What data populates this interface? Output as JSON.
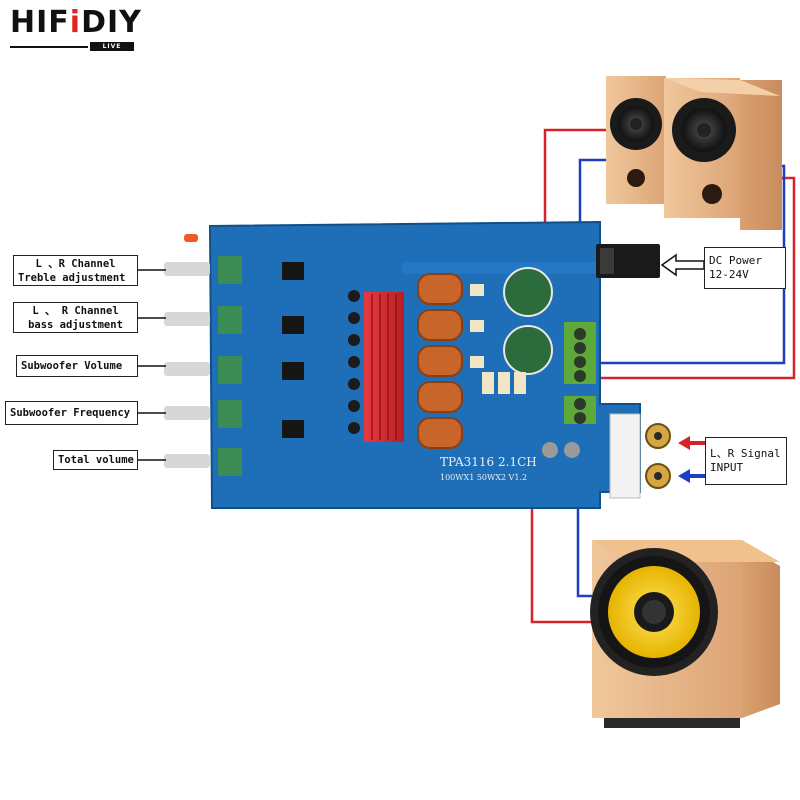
{
  "logo": {
    "brand_dark": "HIF",
    "brand_accent": "i",
    "brand_tail": "DIY",
    "sub": "LIVE"
  },
  "labels": {
    "treble": [
      "L 、R  Channel",
      "Treble  adjustment"
    ],
    "bass": [
      "L 、 R  Channel",
      "bass adjustment"
    ],
    "sub_volume": "Subwoofer Volume",
    "sub_frequency": "Subwoofer Frequency",
    "total_volume": "Total volume",
    "dc_power": [
      "DC Power",
      "12-24V"
    ],
    "signal_input": [
      "L、R Signal",
      "INPUT"
    ]
  },
  "board": {
    "model": "TPA3116  2.1CH",
    "rating": "100WX1  50WX2  V1.2"
  },
  "colors": {
    "pcb": "#1f6fb8",
    "wire_positive": "#d6222a",
    "wire_negative": "#1d3fc2",
    "heatsink": "#d42a2f",
    "terminal": "#5fa93a",
    "wood": "#e8b98a"
  }
}
